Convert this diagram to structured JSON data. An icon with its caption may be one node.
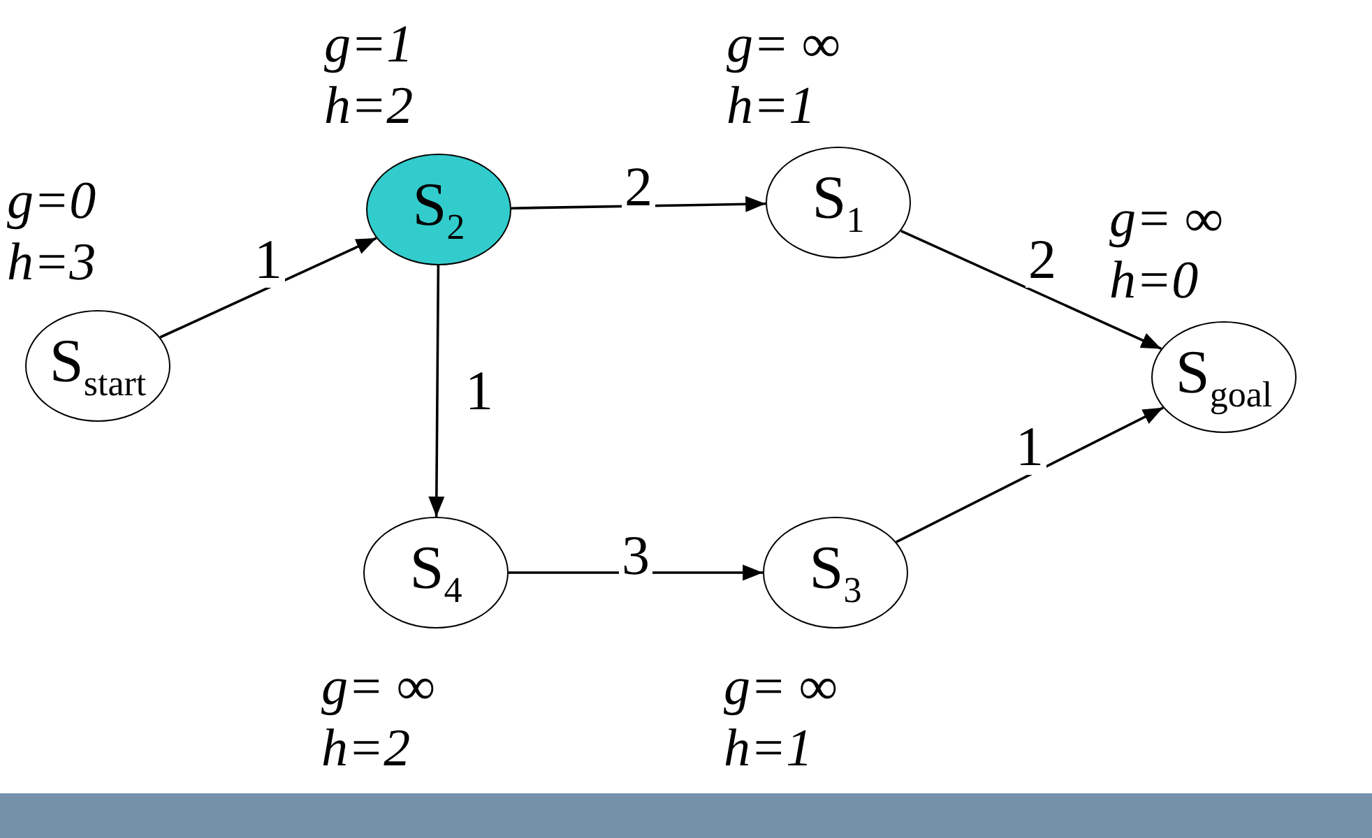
{
  "diagram": {
    "nodes": [
      {
        "text": [
          "S$_{start}$"
        ],
        "beside": [
          "g=0",
          "h=3"
        ]
      },
      {
        "text": [
          "S$_{2}$"
        ],
        "beside": [
          "g=1",
          "h=2"
        ]
      },
      {
        "text": [
          "S$_{1}$"
        ],
        "beside": [
          "g= ∞",
          "h=1"
        ]
      },
      {
        "text": [
          "S$_{goal}$"
        ],
        "beside": [
          "g= ∞",
          "h=0"
        ]
      },
      {
        "text": [
          "S$_{4}$"
        ],
        "beside": [
          "g= ∞",
          "h=2"
        ]
      },
      {
        "text": [
          "S$_{3}$"
        ],
        "beside": [
          "g= ∞",
          "h=1"
        ]
      }
    ],
    "edges": [
      {
        "from": 0,
        "to": 1,
        "arrow": "to",
        "label": "1"
      },
      {
        "from": 1,
        "to": 2,
        "arrow": "to",
        "label": "2"
      },
      {
        "from": 2,
        "to": 3,
        "arrow": "to",
        "label": "2"
      },
      {
        "from": 1,
        "to": 4,
        "arrow": "to",
        "label": "1"
      },
      {
        "from": 4,
        "to": 5,
        "arrow": "to",
        "label": "3"
      },
      {
        "from": 5,
        "to": 3,
        "arrow": "to",
        "label": "1"
      }
    ]
  }
}
